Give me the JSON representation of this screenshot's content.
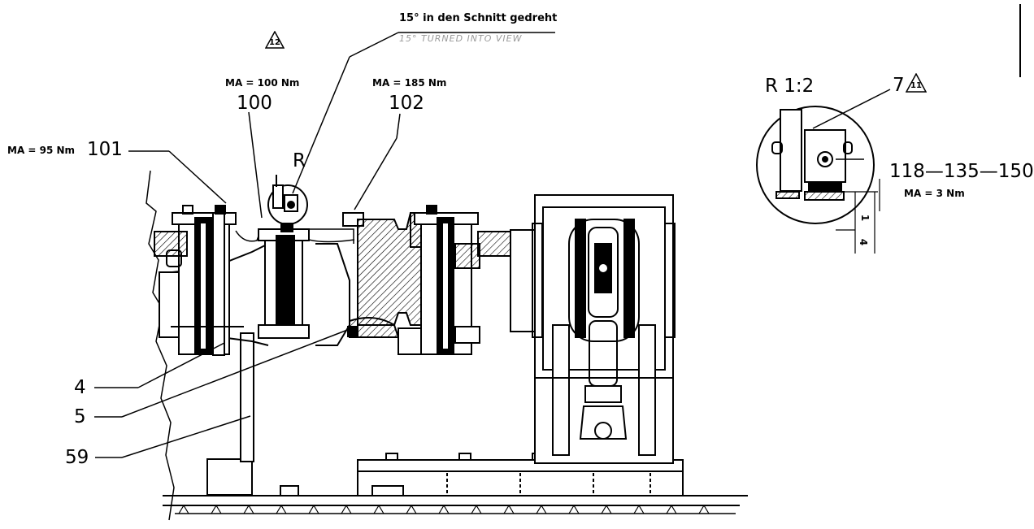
{
  "notes": {
    "rotated_de": "15° in den Schnitt gedreht",
    "rotated_en": "15° TURNED INTO VIEW"
  },
  "revision_marks": {
    "main": "12",
    "detail": "11"
  },
  "torques": {
    "t100": "MA = 100 Nm",
    "t102": "MA = 185 Nm",
    "t101": "MA = 95 Nm",
    "detail": "MA = 3 Nm"
  },
  "items": {
    "i100": "100",
    "i102": "102",
    "i101": "101",
    "i4": "4",
    "i5": "5",
    "i59": "59",
    "i7": "7",
    "i118": "118—135—150"
  },
  "detail": {
    "title": "R 1:2",
    "dim_a": "1",
    "dim_b": "4"
  },
  "view_letter": "R"
}
